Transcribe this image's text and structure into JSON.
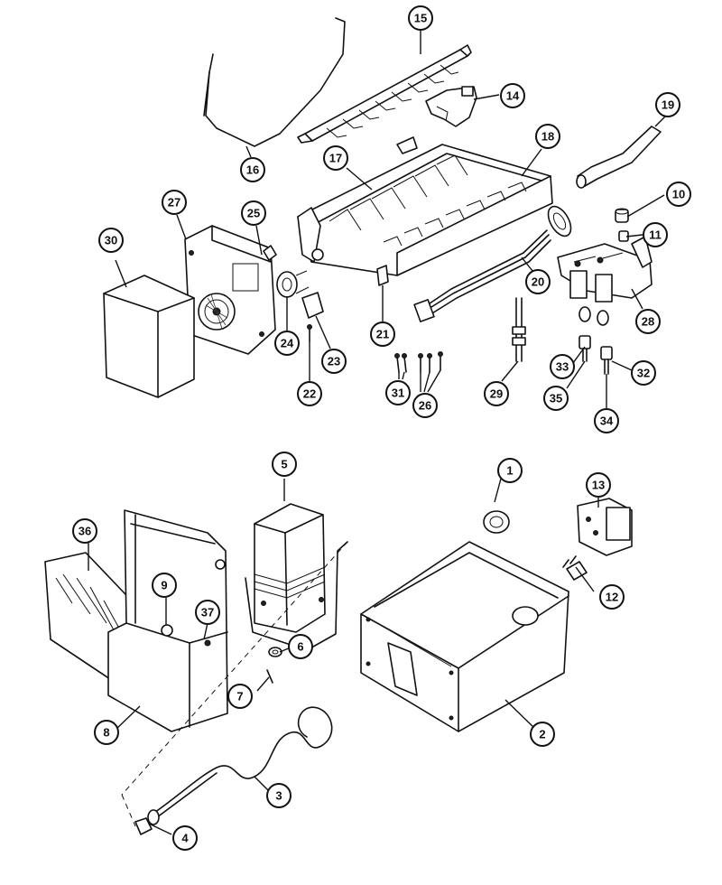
{
  "diagram": {
    "type": "exploded-parts-diagram",
    "callouts": [
      {
        "id": "c1",
        "label": "1"
      },
      {
        "id": "c2",
        "label": "2"
      },
      {
        "id": "c3",
        "label": "3"
      },
      {
        "id": "c4",
        "label": "4"
      },
      {
        "id": "c5",
        "label": "5"
      },
      {
        "id": "c6",
        "label": "6"
      },
      {
        "id": "c7",
        "label": "7"
      },
      {
        "id": "c8",
        "label": "8"
      },
      {
        "id": "c9",
        "label": "9"
      },
      {
        "id": "c10",
        "label": "10"
      },
      {
        "id": "c11",
        "label": "11"
      },
      {
        "id": "c12",
        "label": "12"
      },
      {
        "id": "c13",
        "label": "13"
      },
      {
        "id": "c14",
        "label": "14"
      },
      {
        "id": "c15",
        "label": "15"
      },
      {
        "id": "c16",
        "label": "16"
      },
      {
        "id": "c17",
        "label": "17"
      },
      {
        "id": "c18",
        "label": "18"
      },
      {
        "id": "c19",
        "label": "19"
      },
      {
        "id": "c20",
        "label": "20"
      },
      {
        "id": "c21",
        "label": "21"
      },
      {
        "id": "c22",
        "label": "22"
      },
      {
        "id": "c23",
        "label": "23"
      },
      {
        "id": "c24",
        "label": "24"
      },
      {
        "id": "c25",
        "label": "25"
      },
      {
        "id": "c26",
        "label": "26"
      },
      {
        "id": "c27",
        "label": "27"
      },
      {
        "id": "c28",
        "label": "28"
      },
      {
        "id": "c29",
        "label": "29"
      },
      {
        "id": "c30",
        "label": "30"
      },
      {
        "id": "c31",
        "label": "31"
      },
      {
        "id": "c32",
        "label": "32"
      },
      {
        "id": "c33",
        "label": "33"
      },
      {
        "id": "c34",
        "label": "34"
      },
      {
        "id": "c35",
        "label": "35"
      },
      {
        "id": "c36",
        "label": "36"
      },
      {
        "id": "c37",
        "label": "37"
      }
    ]
  }
}
